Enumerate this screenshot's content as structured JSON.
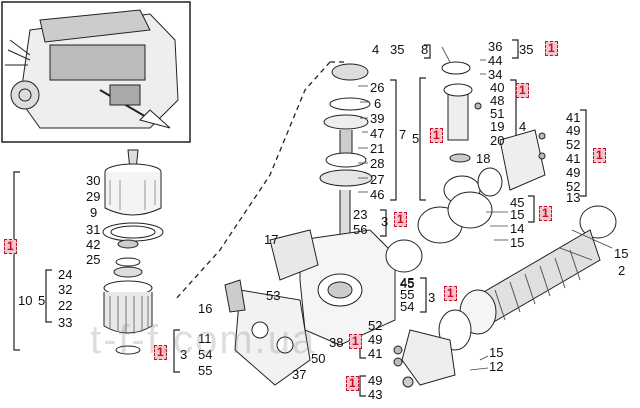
{
  "labels": [
    "30",
    "29",
    "9",
    "31",
    "42",
    "25",
    "24",
    "32",
    "22",
    "33",
    "10",
    "5",
    "26",
    "6",
    "39",
    "47",
    "21",
    "28",
    "27",
    "46",
    "7",
    "5",
    "36",
    "44",
    "34",
    "40",
    "48",
    "51",
    "19",
    "20",
    "18",
    "35",
    "8",
    "4",
    "35",
    "41",
    "49",
    "52",
    "41",
    "49",
    "52",
    "13",
    "4",
    "23",
    "56",
    "3",
    "45",
    "15",
    "14",
    "15",
    "45",
    "15",
    "2",
    "17",
    "16",
    "53",
    "45",
    "55",
    "54",
    "3",
    "11",
    "54",
    "55",
    "3",
    "52",
    "49",
    "41",
    "38",
    "50",
    "37",
    "15",
    "12",
    "49",
    "43"
  ],
  "callouts": [
    "1",
    "1",
    "1",
    "1",
    "1",
    "1",
    "1",
    "1",
    "1",
    "1",
    "1"
  ],
  "watermark": "t-f-f.com.ua"
}
